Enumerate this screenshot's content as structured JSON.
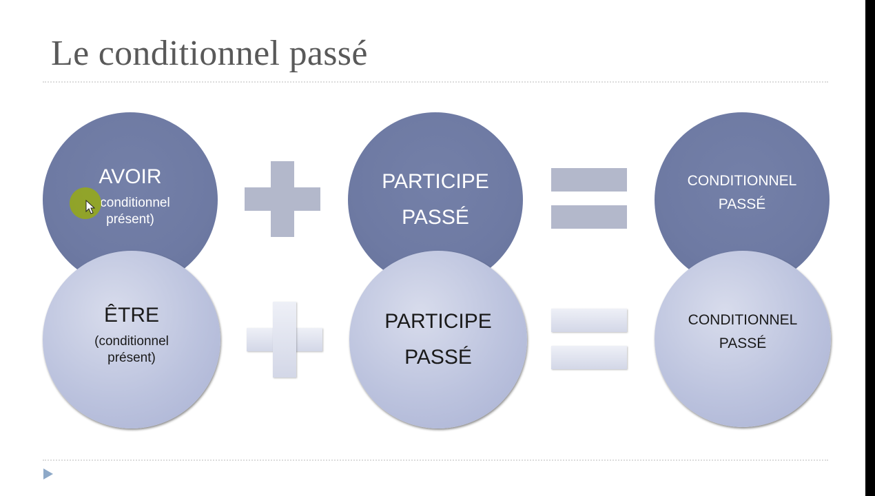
{
  "slide": {
    "title": "Le conditionnel passé"
  },
  "row_avoir": {
    "auxiliary": "AVOIR",
    "auxiliary_sub_line1": "conditionnel",
    "auxiliary_sub_line2": "présent)",
    "participle_line1": "PARTICIPE",
    "participle_line2": "PASSÉ",
    "result_line1": "CONDITIONNEL",
    "result_line2": "PASSÉ"
  },
  "row_etre": {
    "auxiliary": "ÊTRE",
    "auxiliary_sub_line1": "(conditionnel",
    "auxiliary_sub_line2": "présent)",
    "participle_line1": "PARTICIPE",
    "participle_line2": "PASSÉ",
    "result_line1": "CONDITIONNEL",
    "result_line2": "PASSÉ"
  },
  "icons": {
    "plus": "plus-icon",
    "equals": "equals-icon",
    "bullet": "triangle-bullet-icon",
    "pointer": "laser-pointer-icon"
  },
  "colors": {
    "dark_circle": "#6e7aa3",
    "light_circle": "#bcc3de",
    "operator_dark": "#b3b8cb",
    "operator_light": "#dde0ee",
    "title": "#595959",
    "bullet": "#8ea9c8",
    "pointer": "#96aa14"
  }
}
